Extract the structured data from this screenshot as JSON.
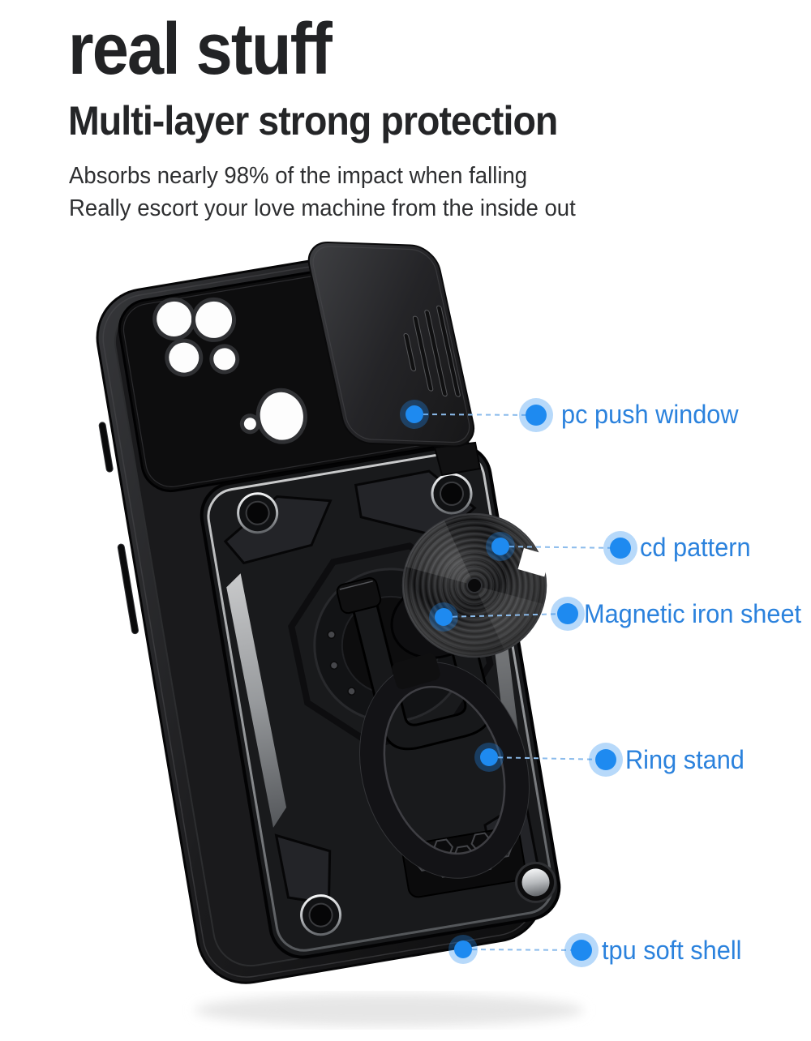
{
  "page": {
    "background": "#ffffff"
  },
  "header": {
    "title": "real stuff",
    "subtitle": "Multi-layer strong protection",
    "description_lines": [
      "Absorbs nearly 98% of the impact when falling",
      "Really escort your love machine from the inside out"
    ]
  },
  "callouts": [
    {
      "id": "pc-push-window",
      "label": "pc push window"
    },
    {
      "id": "cd-pattern",
      "label": "cd pattern"
    },
    {
      "id": "magnetic-iron-sheet",
      "label": "Magnetic iron sheet"
    },
    {
      "id": "ring-stand",
      "label": "Ring stand"
    },
    {
      "id": "tpu-soft-shell",
      "label": "tpu soft shell"
    }
  ],
  "icons": [
    {
      "name": "callout-dot",
      "shape": "filled-circle-with-halo"
    }
  ],
  "colors": {
    "accent_text": "#2b82dd",
    "dot_fill": "#1e8af0",
    "dot_halo": "rgba(30,138,240,0.32)",
    "dashed_line": "#8cbcec",
    "heading_text": "#222325",
    "body_text": "#2e2f31",
    "case_black": "#141416",
    "silver_accent": "#c9ccd0",
    "background": "#ffffff"
  }
}
